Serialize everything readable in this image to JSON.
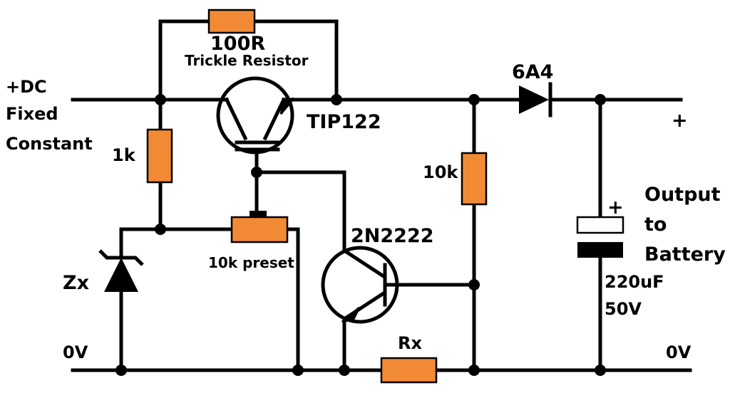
{
  "colors": {
    "wire": "#000000",
    "resistor_fill": "#f28a35",
    "background": "#ffffff"
  },
  "labels": {
    "trickle_value": "100R",
    "trickle_name": "Trickle Resistor",
    "input_line1": "+DC",
    "input_line2": "Fixed",
    "input_line3": "Constant",
    "r1k": "1k",
    "tip122": "TIP122",
    "diode": "6A4",
    "plus_out": "+",
    "r10k": "10k",
    "cap_plus": "+",
    "output_line1": "Output",
    "output_line2": "to",
    "output_line3": "Battery",
    "transistor2": "2N2222",
    "preset": "10k preset",
    "zener": "Zx",
    "cap_value1": "220uF",
    "cap_value2": "50V",
    "ground_left": "0V",
    "rx": "Rx",
    "ground_right": "0V"
  }
}
